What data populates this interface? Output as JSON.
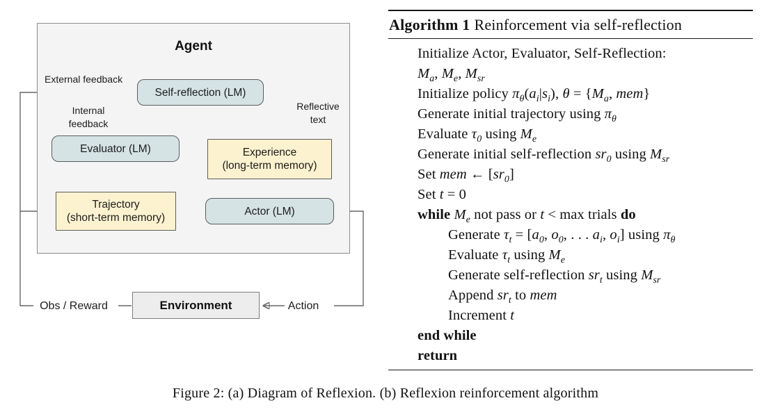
{
  "figure_caption": "Figure 2: (a) Diagram of Reflexion. (b) Reflexion reinforcement algorithm",
  "diagram": {
    "agent_label": "Agent",
    "nodes": {
      "self_reflection": "Self-reflection (LM)",
      "evaluator": "Evaluator (LM)",
      "experience": [
        "Experience",
        "(long-term memory)"
      ],
      "trajectory": [
        "Trajectory",
        "(short-term memory)"
      ],
      "actor": "Actor (LM)",
      "environment": "Environment"
    },
    "edge_labels": {
      "external_feedback": "External feedback",
      "internal_feedback": [
        "Internal",
        "feedback"
      ],
      "reflective_text": [
        "Reflective",
        "text"
      ],
      "obs_reward": "Obs / Reward",
      "action": "Action"
    },
    "colors": {
      "lm_box_fill": "#d5e3e5",
      "memory_box_fill": "#fdf2cf",
      "environment_fill": "#ededed",
      "agent_panel_fill": "#f4f4f4",
      "box_border": "#5b5b5b",
      "connector": "#666666"
    }
  },
  "algorithm": {
    "title_label": "Algorithm 1",
    "title_text": "Reinforcement via self-reflection",
    "lines": [
      {
        "indent": 1,
        "md": "Initialize Actor, Evaluator, Self-Reflection:"
      },
      {
        "indent": 1,
        "md": "$M_{a}$, $M_{e}$, $M_{sr}$"
      },
      {
        "indent": 1,
        "md": "Initialize policy $π_{θ}$($a_{i}$|$s_{i}$), $θ$ = {$M_{a}$, $mem$}"
      },
      {
        "indent": 1,
        "md": "Generate initial trajectory using $π_{θ}$"
      },
      {
        "indent": 1,
        "md": "Evaluate $τ_{0}$ using $M_{e}$"
      },
      {
        "indent": 1,
        "md": "Generate initial self-reflection $sr_{0}$ using $M_{sr}$"
      },
      {
        "indent": 1,
        "md": "Set $mem$ ← [$sr_{0}$]"
      },
      {
        "indent": 1,
        "md": "Set $t$ = 0"
      },
      {
        "indent": 1,
        "md": "**while** $M_{e}$ not pass or $t$ < max trials **do**"
      },
      {
        "indent": 2,
        "md": "Generate $τ_{t}$ = [$a_{0}$, $o_{0}$, . . . $a_{i}$, $o_{i}$] using $π_{θ}$"
      },
      {
        "indent": 2,
        "md": "Evaluate $τ_{t}$ using $M_{e}$"
      },
      {
        "indent": 2,
        "md": "Generate self-reflection $sr_{t}$ using $M_{sr}$"
      },
      {
        "indent": 2,
        "md": "Append $sr_{t}$ to $mem$"
      },
      {
        "indent": 2,
        "md": "Increment $t$"
      },
      {
        "indent": 1,
        "md": "**end while**"
      },
      {
        "indent": 1,
        "md": "**return**"
      }
    ]
  }
}
